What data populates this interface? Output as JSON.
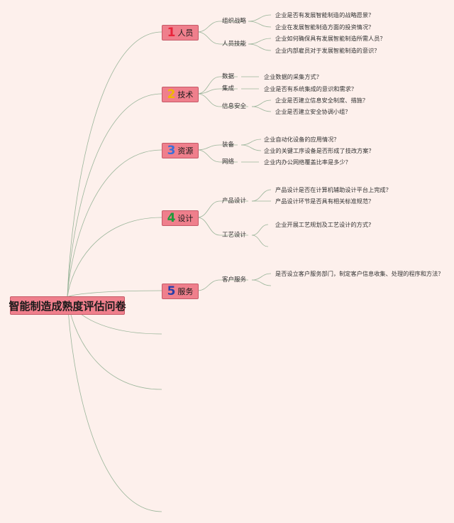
{
  "root": {
    "title": "智能制造成熟度评估问卷"
  },
  "colors": {
    "node_fill": "#ef7f8c",
    "line": "#9ab59a",
    "background": "#fdf0ec"
  },
  "categories": [
    {
      "num": "1",
      "label": "人员",
      "num_color": "#e8253b",
      "subs": [
        {
          "label": "组织战略",
          "questions": [
            "企业是否有发展智能制造的战略愿景？",
            "企业在发展智能制造方面的投资情况？"
          ]
        },
        {
          "label": "人员技能",
          "questions": [
            "企业如何确保具有发展智能制造所需人员？",
            "企业内部雇员对于发展智能制造的意识？"
          ]
        }
      ]
    },
    {
      "num": "2",
      "label": "技术",
      "num_color": "#f0b800",
      "subs": [
        {
          "label": "数据",
          "questions": [
            "企业数据的采集方式？"
          ]
        },
        {
          "label": "集成",
          "questions": [
            "企业是否有系统集成的意识和需求？"
          ]
        },
        {
          "label": "信息安全",
          "questions": [
            "企业是否建立信息安全制度、措施？",
            "企业是否建立安全协调小组？"
          ]
        }
      ]
    },
    {
      "num": "3",
      "label": "资源",
      "num_color": "#3a6fd8",
      "subs": [
        {
          "label": "装备",
          "questions": [
            "企业自动化设备的应用情况？",
            "企业的关键工序设备是否形成了技改方案？"
          ]
        },
        {
          "label": "网络",
          "questions": [
            "企业内办公网络覆盖比率是多少？"
          ]
        }
      ]
    },
    {
      "num": "4",
      "label": "设计",
      "num_color": "#1f9a3a",
      "subs": [
        {
          "label": "产品设计",
          "questions": [
            "产品设计是否在计算机辅助设计平台上完成？",
            "产品设计环节是否具有相关标准规范？"
          ]
        },
        {
          "label": "工艺设计",
          "questions": [
            "企业开展工艺规划及工艺设计的方式?",
            ""
          ]
        }
      ]
    },
    {
      "num": "5",
      "label": "服务",
      "num_color": "#2a3fa8",
      "subs": [
        {
          "label": "客户服务",
          "questions": [
            "是否设立客户服务部门，制定客户信息收集、处理的程序和方法？",
            ""
          ]
        }
      ]
    }
  ]
}
